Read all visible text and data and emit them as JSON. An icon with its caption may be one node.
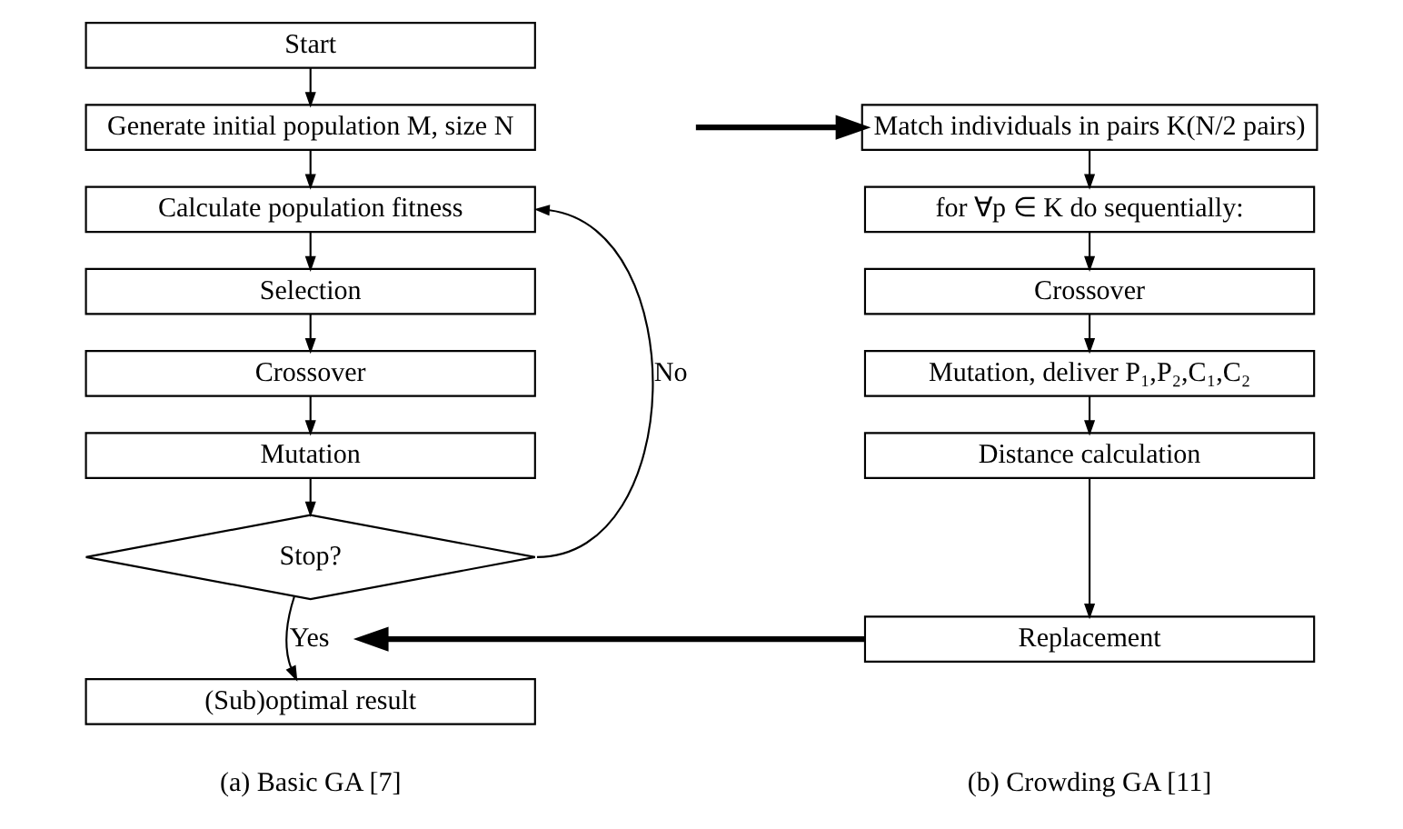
{
  "diagram": {
    "nodes": [
      {
        "text": [
          "Start"
        ]
      },
      {
        "text": [
          "Generate initial population M, size N"
        ]
      },
      {
        "text": [
          "Calculate population fitness"
        ]
      },
      {
        "text": [
          "Selection"
        ]
      },
      {
        "text": [
          "Crossover"
        ]
      },
      {
        "text": [
          "Mutation"
        ]
      },
      {
        "text": [
          "Stop?"
        ]
      },
      {
        "text": [
          "(Sub)optimal result"
        ]
      },
      {
        "text": [
          "Match individuals in pairs K(N/2 pairs)"
        ]
      },
      {
        "text": [
          "for ∀p ∈ K do sequentially:"
        ]
      },
      {
        "text": [
          "Crossover"
        ]
      },
      {
        "text": [
          "Mutation, deliver P₁,P₂,C₁,C₂"
        ]
      },
      {
        "text": [
          "Distance calculation"
        ]
      },
      {
        "text": [
          "Replacement"
        ]
      }
    ],
    "edges": [
      {
        "from": 0,
        "to": 1,
        "arrow": "to"
      },
      {
        "from": 1,
        "to": 2,
        "arrow": "to"
      },
      {
        "from": 2,
        "to": 3,
        "arrow": "to"
      },
      {
        "from": 3,
        "to": 4,
        "arrow": "to"
      },
      {
        "from": 4,
        "to": 5,
        "arrow": "to"
      },
      {
        "from": 5,
        "to": 6,
        "arrow": "to"
      },
      {
        "from": 6,
        "to": 7,
        "arrow": "to",
        "label": "Yes"
      },
      {
        "from": 6,
        "to": 2,
        "arrow": "to",
        "label": "No"
      },
      {
        "from": 8,
        "to": 9,
        "arrow": "to"
      },
      {
        "from": 9,
        "to": 10,
        "arrow": "to"
      },
      {
        "from": 10,
        "to": 11,
        "arrow": "to"
      },
      {
        "from": 11,
        "to": 12,
        "arrow": "to"
      },
      {
        "from": 12,
        "to": 13,
        "arrow": "to"
      },
      {
        "from": null,
        "to": 8,
        "arrow": "to",
        "style": "thick"
      },
      {
        "from": 13,
        "to": null,
        "arrow": "to",
        "style": "thick"
      }
    ],
    "labels": [
      "(a) Basic GA [7]",
      "(b) Crowding GA [11]"
    ]
  }
}
